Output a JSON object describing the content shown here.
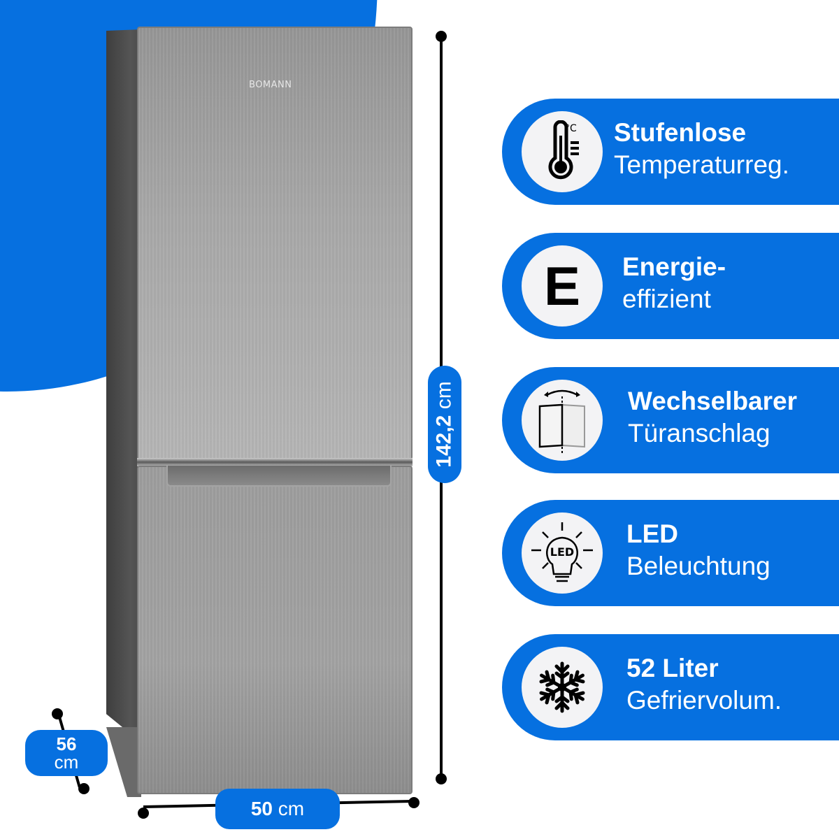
{
  "product": {
    "brand": "BOMANN",
    "colors": {
      "accent_blue": "#0670e0",
      "steel": "#a8a8a8",
      "background": "#ffffff"
    }
  },
  "dimensions": {
    "height": {
      "value": "142,2",
      "unit": "cm"
    },
    "width": {
      "value": "50",
      "unit": "cm"
    },
    "depth": {
      "value": "56",
      "unit": "cm"
    }
  },
  "features": [
    {
      "icon": "thermometer-icon",
      "title": "Stufenlose",
      "subtitle": "Temperaturreg."
    },
    {
      "icon": "energy-class-e-icon",
      "title": "Energie-",
      "subtitle": "effizient",
      "icon_text": "E"
    },
    {
      "icon": "door-reversible-icon",
      "title": "Wechselbarer",
      "subtitle": "Türanschlag"
    },
    {
      "icon": "led-bulb-icon",
      "title": "LED",
      "subtitle": "Beleuchtung",
      "icon_text": "LED"
    },
    {
      "icon": "snowflake-icon",
      "title": "52 Liter",
      "subtitle": "Gefriervolum."
    }
  ]
}
